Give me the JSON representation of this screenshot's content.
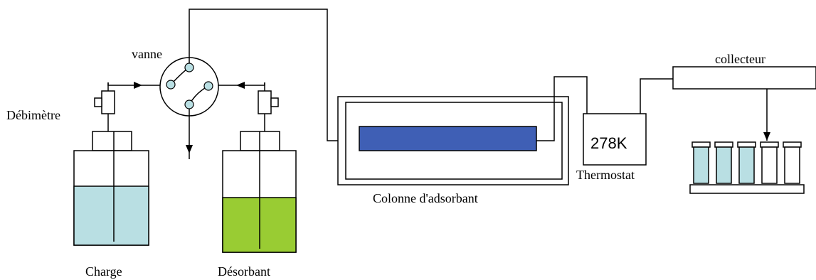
{
  "labels": {
    "valve": "vanne",
    "flowmeter": "Débimètre",
    "feed": "Charge",
    "desorbent": "Désorbant",
    "column": "Colonne d'adsorbant",
    "thermostat_temp": "278K",
    "thermostat": "Thermostat",
    "collector": "collecteur"
  },
  "colors": {
    "feed_liquid": "#b9dfe3",
    "desorbent_liquid": "#99cc33",
    "column_fill": "#3f5fb5",
    "valve_port": "#b9dfe3",
    "tube_fill": "#b9dfe3"
  },
  "collector_tubes": [
    {
      "filled": true
    },
    {
      "filled": true
    },
    {
      "filled": true
    },
    {
      "filled": false
    },
    {
      "filled": false
    }
  ]
}
